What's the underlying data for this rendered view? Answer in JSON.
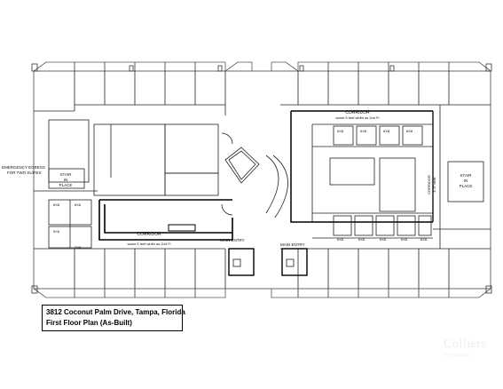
{
  "title": {
    "line1": "3812 Coconut Palm Drive, Tampa, Florida",
    "line2": "First Floor Plan (As-Built)"
  },
  "labels": {
    "corridor_right": "CORRIDOR",
    "corridor_right_note": "same 5 feet width as 2nd Fl",
    "corridor_left": "CORRIDOR",
    "corridor_left_note": "same 5 feet width as 2nd Fl",
    "corridor_vertical": "CORRIDOR",
    "corridor_vertical_note": "4'-6\" wide",
    "stair_left_1": "STAIR",
    "stair_left_2": "IN",
    "stair_left_3": "PLACE",
    "stair_right_1": "STAIR",
    "stair_right_2": "IN",
    "stair_right_3": "PLACE",
    "emergency_1": "EMERGENCY EGRESS",
    "emergency_2": "FOR TWO SUITES",
    "main_entry_left": "MAIN ENTRY",
    "main_entry_right": "MAIN ENTRY",
    "tag_6x8": "6X8",
    "tag_6x6": "6X6",
    "tag_5x6": "5X6",
    "tag_tx6": "TX6"
  },
  "cubicles_top_right": [
    "6X8",
    "6X8",
    "6X8",
    "6X8"
  ],
  "cubicles_bottom_right": [
    "6X8",
    "6X8",
    "6X8",
    "6X8",
    "6X8"
  ],
  "logo": {
    "word": "Colliers",
    "sub": "INTERNATIONAL"
  },
  "colors": {
    "line": "#222222",
    "bold": "#000000",
    "background": "#ffffff"
  }
}
